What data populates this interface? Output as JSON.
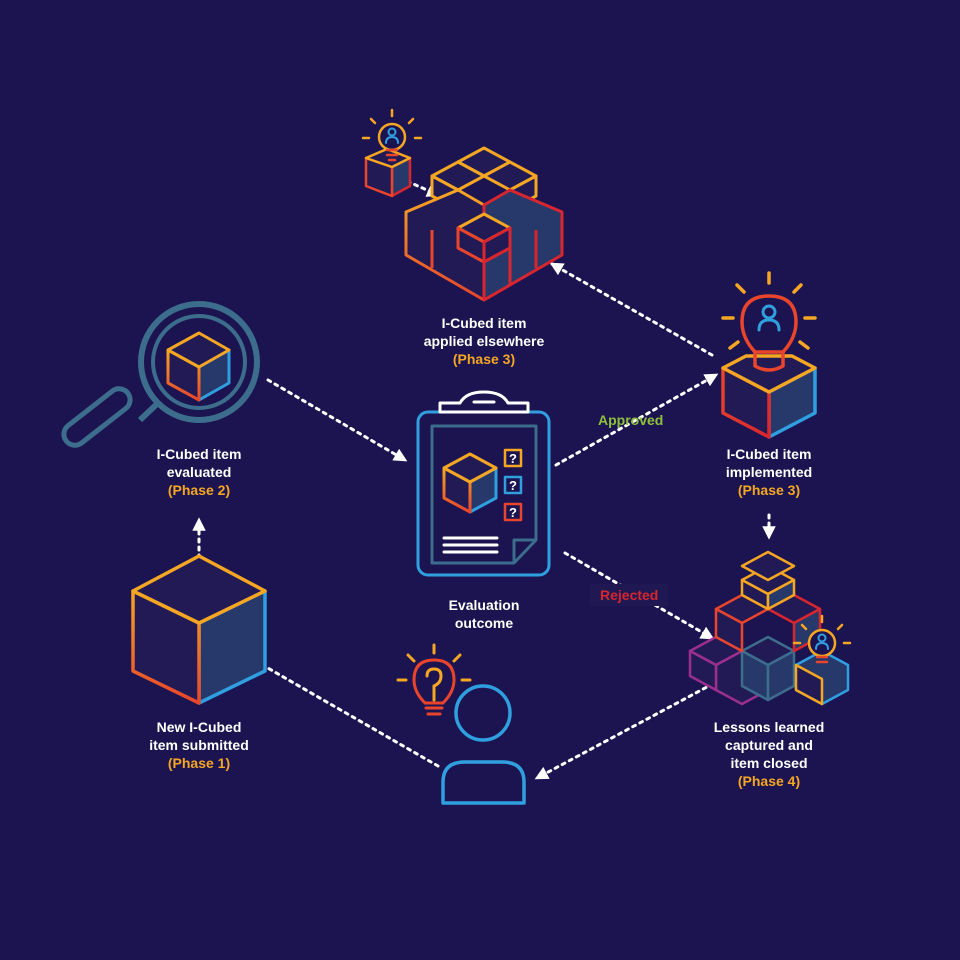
{
  "colors": {
    "background": "#1c1450",
    "orange": "#f5a623",
    "red": "#e8452c",
    "blue": "#2f9fe0",
    "green": "#8fc03d",
    "purple": "#9a2f8e",
    "teal": "#3d6d8c",
    "text": "#ffffff"
  },
  "nodes": {
    "submitted": {
      "lines": [
        "New I-Cubed",
        "item submitted"
      ],
      "phase": "(Phase 1)"
    },
    "evaluated": {
      "lines": [
        "I-Cubed item",
        "evaluated"
      ],
      "phase": "(Phase 2)"
    },
    "outcome": {
      "lines": [
        "Evaluation",
        "outcome"
      ]
    },
    "applied": {
      "lines": [
        "I-Cubed item",
        "applied elsewhere"
      ],
      "phase": "(Phase 3)"
    },
    "implemented": {
      "lines": [
        "I-Cubed item",
        "implemented"
      ],
      "phase": "(Phase 3)"
    },
    "lessons": {
      "lines": [
        "Lessons learned",
        "captured and",
        "item closed"
      ],
      "phase": "(Phase 4)"
    }
  },
  "edges": {
    "approved": "Approved",
    "rejected": "Rejected"
  },
  "icons": [
    "cube-icon",
    "magnifier-icon",
    "clipboard-icon",
    "cross-cubes-icon",
    "lightbulb-icon",
    "cube-pyramid-icon",
    "person-icon"
  ]
}
